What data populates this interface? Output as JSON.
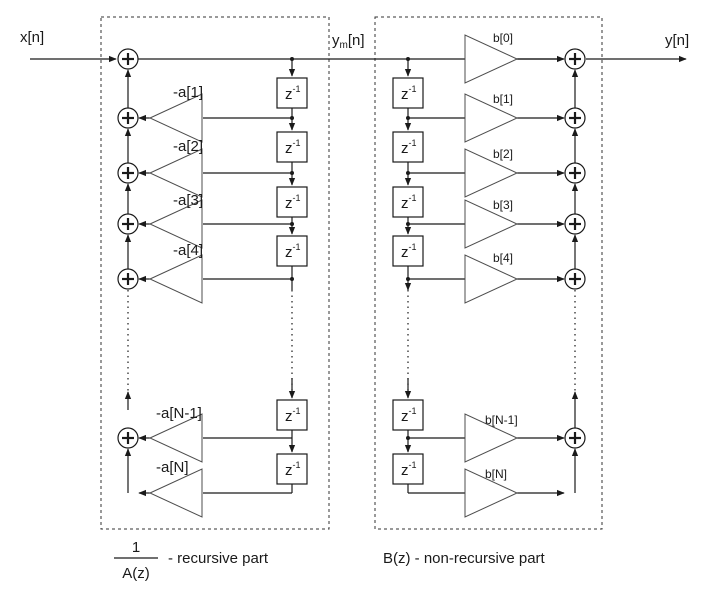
{
  "labels": {
    "input": "x[n]",
    "intermediate_y": "y",
    "intermediate_sub": "m",
    "intermediate_rest": "[n]",
    "output": "y[n]",
    "delay_base": "z",
    "delay_exp": "-1",
    "tf_numerator": "1",
    "tf_denominator": "A(z)",
    "recursive_caption": "- recursive part",
    "nonrecursive_caption": "B(z) - non-recursive part"
  },
  "feedback_gains": [
    "-a[1]",
    "-a[2]",
    "-a[3]",
    "-a[4]",
    "-a[N-1]",
    "-a[N]"
  ],
  "feedforward_gains": [
    "b[0]",
    "b[1]",
    "b[2]",
    "b[3]",
    "b[4]",
    "b[N-1]",
    "b[N]"
  ]
}
